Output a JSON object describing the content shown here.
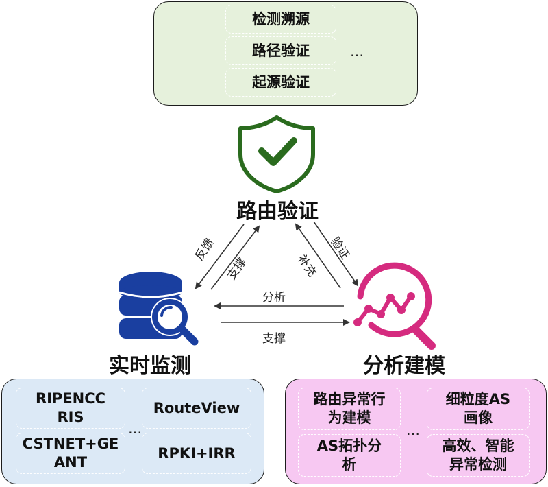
{
  "top_panel": {
    "items": [
      "检测溯源",
      "路径验证",
      "起源验证"
    ],
    "ellipsis": "…"
  },
  "center": {
    "title": "路由验证",
    "icon": "shield-check-icon",
    "color": "#2a6b1e"
  },
  "left_node": {
    "title": "实时监测",
    "icon": "database-search-icon",
    "color": "#1a3fa0"
  },
  "right_node": {
    "title": "分析建模",
    "icon": "analytics-search-icon",
    "color": "#d52b7f"
  },
  "edges": {
    "left_up": "反馈",
    "left_down": "支撑",
    "right_down": "验证",
    "right_up": "补充",
    "bottom_left": "分析",
    "bottom_right": "支撑"
  },
  "left_panel": {
    "items": [
      "RIPENCC\nRIS",
      "RouteView",
      "CSTNET+GE\nANT",
      "RPKI+IRR"
    ],
    "ellipsis": "…"
  },
  "right_panel": {
    "items": [
      "路由异常行\n为建模",
      "细粒度AS\n画像",
      "AS拓扑分\n析",
      "高效、智能\n异常检测"
    ],
    "ellipsis": "…"
  }
}
